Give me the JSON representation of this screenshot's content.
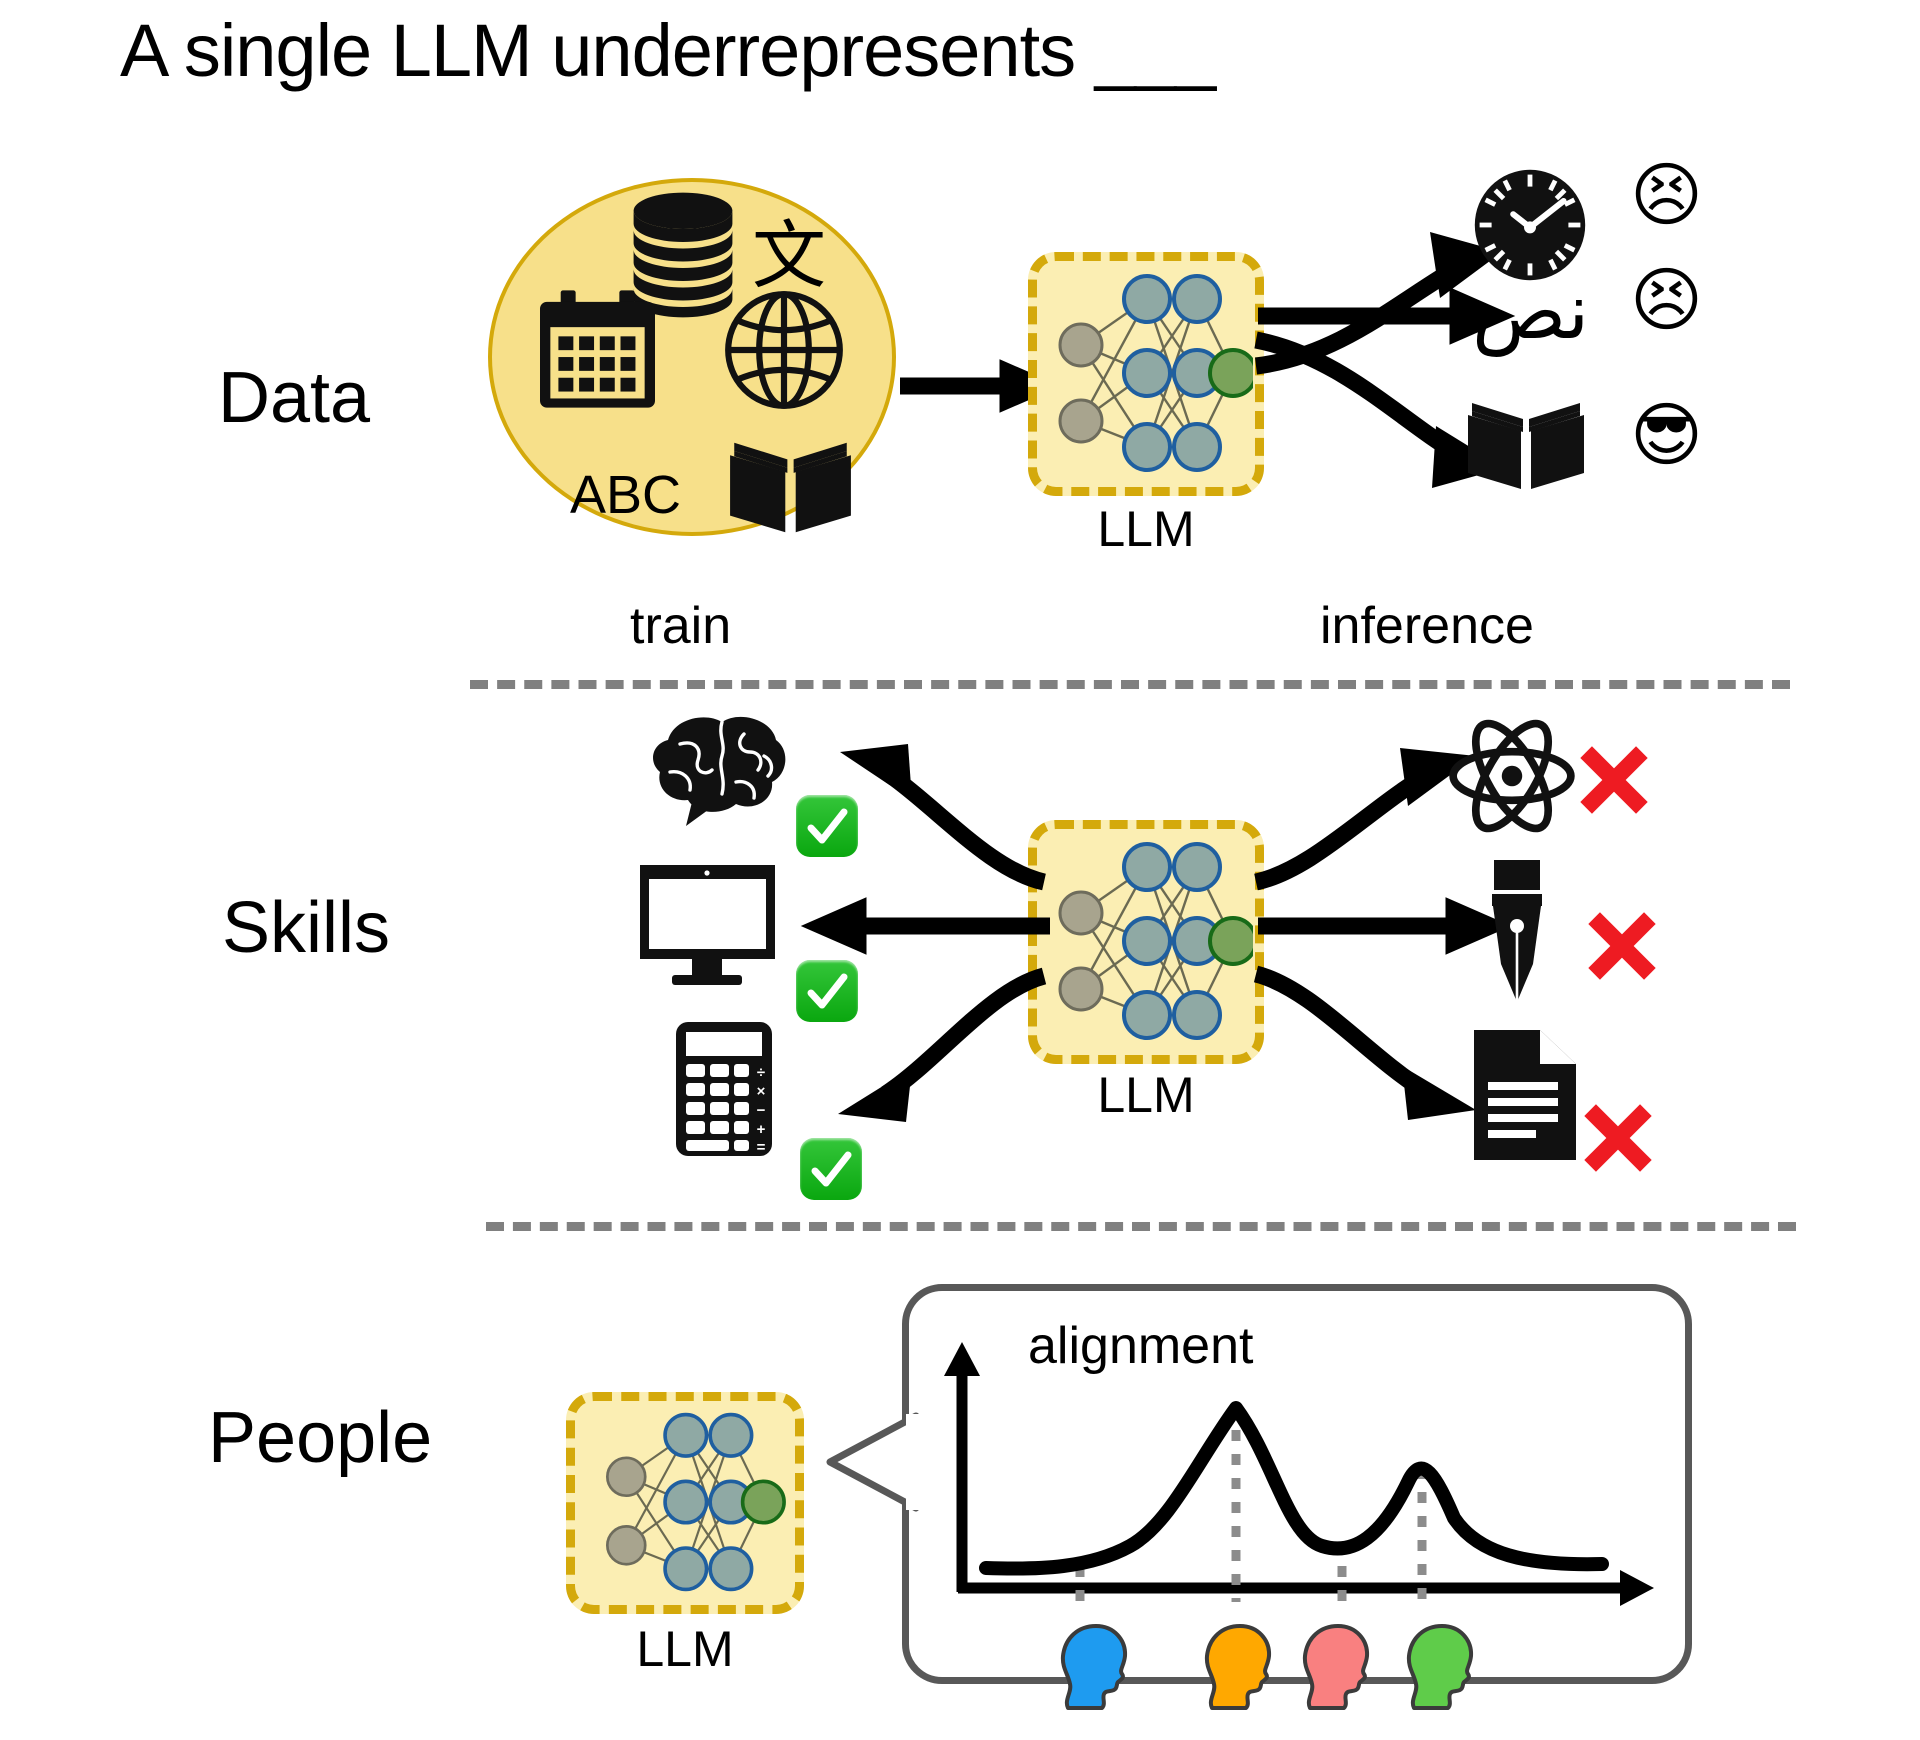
{
  "title": "A single LLM underrepresents ___",
  "rows": [
    {
      "id": "data",
      "label": "Data"
    },
    {
      "id": "skills",
      "label": "Skills"
    },
    {
      "id": "people",
      "label": "People"
    }
  ],
  "captions": {
    "train": "train",
    "inference": "inference",
    "alignment": "alignment"
  },
  "llm_label": "LLM",
  "data_row": {
    "blob_icons": [
      {
        "name": "database-stack-icon",
        "label": "database"
      },
      {
        "name": "calendar-icon",
        "label": "calendar"
      },
      {
        "name": "cjk-character-icon",
        "label": "文"
      },
      {
        "name": "globe-icon",
        "label": "globe"
      },
      {
        "name": "abc-text",
        "label": "ABC"
      },
      {
        "name": "open-book-icon",
        "label": "book"
      }
    ],
    "outputs": [
      {
        "name": "clock-icon",
        "label": "clock",
        "reaction": "😣",
        "reaction_name": "persevering-face-emoji",
        "verdict": "bad"
      },
      {
        "name": "arabic-text",
        "label": "نص",
        "reaction": "😣",
        "reaction_name": "persevering-face-emoji",
        "verdict": "bad"
      },
      {
        "name": "open-book-icon",
        "label": "book",
        "reaction": "😎",
        "reaction_name": "sunglasses-face-emoji",
        "verdict": "good"
      }
    ]
  },
  "skills_row": {
    "good": [
      {
        "name": "brain-icon",
        "label": "brain",
        "mark": "check"
      },
      {
        "name": "monitor-icon",
        "label": "monitor",
        "mark": "check"
      },
      {
        "name": "calculator-icon",
        "label": "calculator",
        "mark": "check"
      }
    ],
    "bad": [
      {
        "name": "atom-icon",
        "label": "atom",
        "mark": "cross"
      },
      {
        "name": "pen-nib-icon",
        "label": "pen nib",
        "mark": "cross"
      },
      {
        "name": "document-icon",
        "label": "document",
        "mark": "cross"
      }
    ],
    "calculator_keys": [
      "÷",
      "×",
      "−",
      "+",
      "="
    ]
  },
  "people_row": {
    "heads": [
      {
        "name": "person-head-blue",
        "color": "#1e9bf0"
      },
      {
        "name": "person-head-orange",
        "color": "#ffa800"
      },
      {
        "name": "person-head-pink",
        "color": "#f98080"
      },
      {
        "name": "person-head-green",
        "color": "#5fcc4a"
      }
    ]
  },
  "colors": {
    "llm_fill": "#fbeeb3",
    "llm_border": "#d4a90b",
    "blob_fill": "#f7e08a",
    "blob_border": "#d4a90b",
    "node_hidden": "#8fa9a4",
    "node_input": "#a8a48e",
    "node_output": "#7aa35a",
    "node_stroke_hidden": "#1f5fa0",
    "node_stroke_output": "#186b18",
    "separator": "#808080",
    "check_green": "#17b31b",
    "cross_red": "#ee1b22",
    "bubble_border": "#585858",
    "curve": "#000000",
    "dotted_guide": "#8c8c8c"
  },
  "chart_data": {
    "type": "line",
    "title": "alignment",
    "ylabel": "alignment",
    "xlabel": "",
    "grid": false,
    "legend": null,
    "description": "Bimodal alignment density over a population of people; dotted guide lines drop to four person markers on the x-axis.",
    "x": [
      0,
      0.06,
      0.12,
      0.18,
      0.24,
      0.3,
      0.36,
      0.42,
      0.48,
      0.54,
      0.6,
      0.66,
      0.72,
      0.78,
      0.84,
      0.9,
      0.96,
      1.0
    ],
    "y": [
      0.06,
      0.07,
      0.09,
      0.13,
      0.22,
      0.4,
      0.66,
      0.9,
      1.0,
      0.86,
      0.52,
      0.22,
      0.16,
      0.26,
      0.48,
      0.58,
      0.44,
      0.2
    ],
    "ylim": [
      0,
      1.1
    ],
    "xlim": [
      0,
      1
    ],
    "peaks": [
      {
        "x": 0.48,
        "y": 1.0
      },
      {
        "x": 0.855,
        "y": 0.6
      }
    ],
    "guides": [
      {
        "x": 0.16,
        "y": 0.11,
        "person": "person-head-blue"
      },
      {
        "x": 0.48,
        "y": 1.0,
        "person": "person-head-orange"
      },
      {
        "x": 0.66,
        "y": 0.22,
        "person": "person-head-pink"
      },
      {
        "x": 0.855,
        "y": 0.6,
        "person": "person-head-green"
      }
    ]
  }
}
